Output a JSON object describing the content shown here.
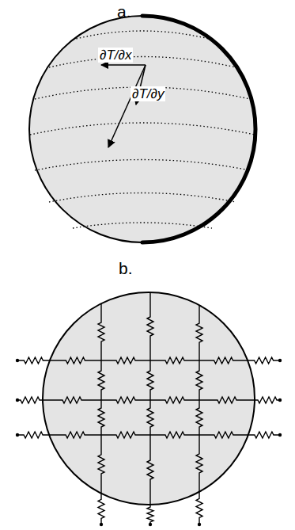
{
  "diagram": {
    "labels": [
      "a.",
      "∂T/∂x",
      "∂T/∂y",
      "b."
    ]
  }
}
